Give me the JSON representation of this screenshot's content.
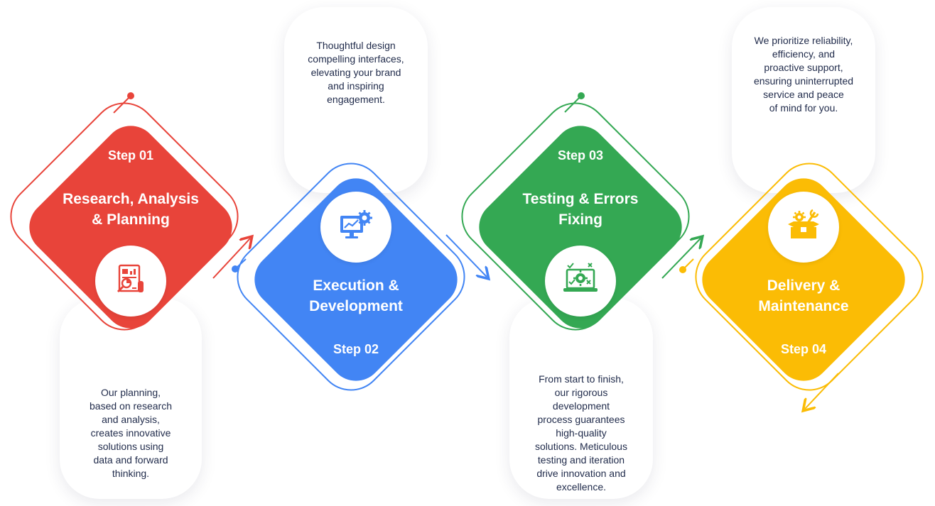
{
  "colors": {
    "red": "#E8443A",
    "blue": "#4285F4",
    "green": "#34A853",
    "yellow": "#FBBC05",
    "text": "#1F2A4A"
  },
  "steps": [
    {
      "step_label": "Step 01",
      "title": "Research, Analysis\n& Planning",
      "icon": "research-report-icon",
      "description": "Our planning,\nbased on research\nand analysis,\ncreates innovative\nsolutions using\ndata and forward\nthinking."
    },
    {
      "step_label": "Step 02",
      "title": "Execution &\nDevelopment",
      "icon": "monitor-gear-icon",
      "description": "Thoughtful design\ncompelling interfaces,\nelevating your brand\nand inspiring\nengagement."
    },
    {
      "step_label": "Step 03",
      "title": "Testing & Errors\nFixing",
      "icon": "laptop-testing-icon",
      "description": "From start to finish,\nour rigorous\ndevelopment\nprocess guarantees\nhigh-quality\nsolutions. Meticulous\ntesting and iteration\ndrive innovation and\nexcellence."
    },
    {
      "step_label": "Step 04",
      "title": "Delivery &\nMaintenance",
      "icon": "toolbox-maintenance-icon",
      "description": "We prioritize reliability,\nefficiency, and\nproactive support,\nensuring uninterrupted\nservice and peace\nof mind for you."
    }
  ]
}
